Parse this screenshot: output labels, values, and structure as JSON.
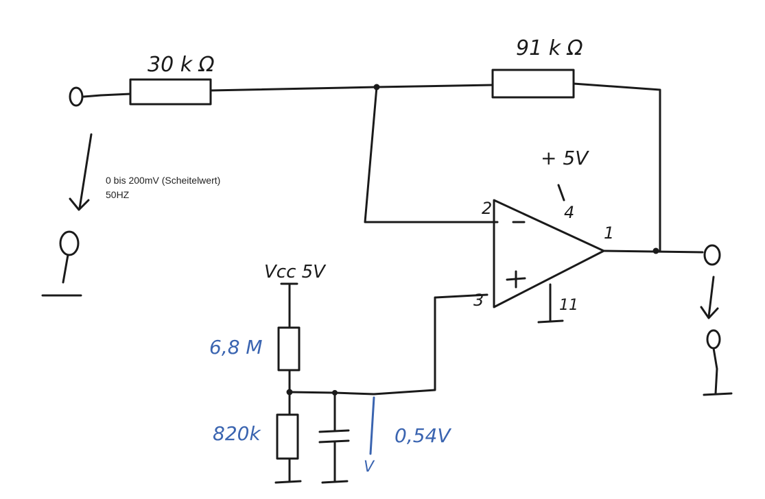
{
  "labels": {
    "r_input": "30 k Ω",
    "r_feedback": "91 k Ω",
    "supply_plus": "+ 5V",
    "pin_inverting": "2",
    "pin_noninverting": "3",
    "pin_output": "1",
    "pin_vplus": "4",
    "pin_vminus": "11",
    "minus_sign": "−",
    "plus_sign": "+",
    "vcc": "Vcc 5V",
    "r_top_divider": "6,8 M",
    "r_bottom_divider": "820k",
    "bias_voltage": "0,54V",
    "voltage_arrow_label": "V"
  },
  "input_note": {
    "line1": "0 bis 200mV (Scheitelwert)",
    "line2": "50HZ"
  },
  "colors": {
    "ink": "#1a1a1a",
    "annotation": "#3a64b0"
  }
}
